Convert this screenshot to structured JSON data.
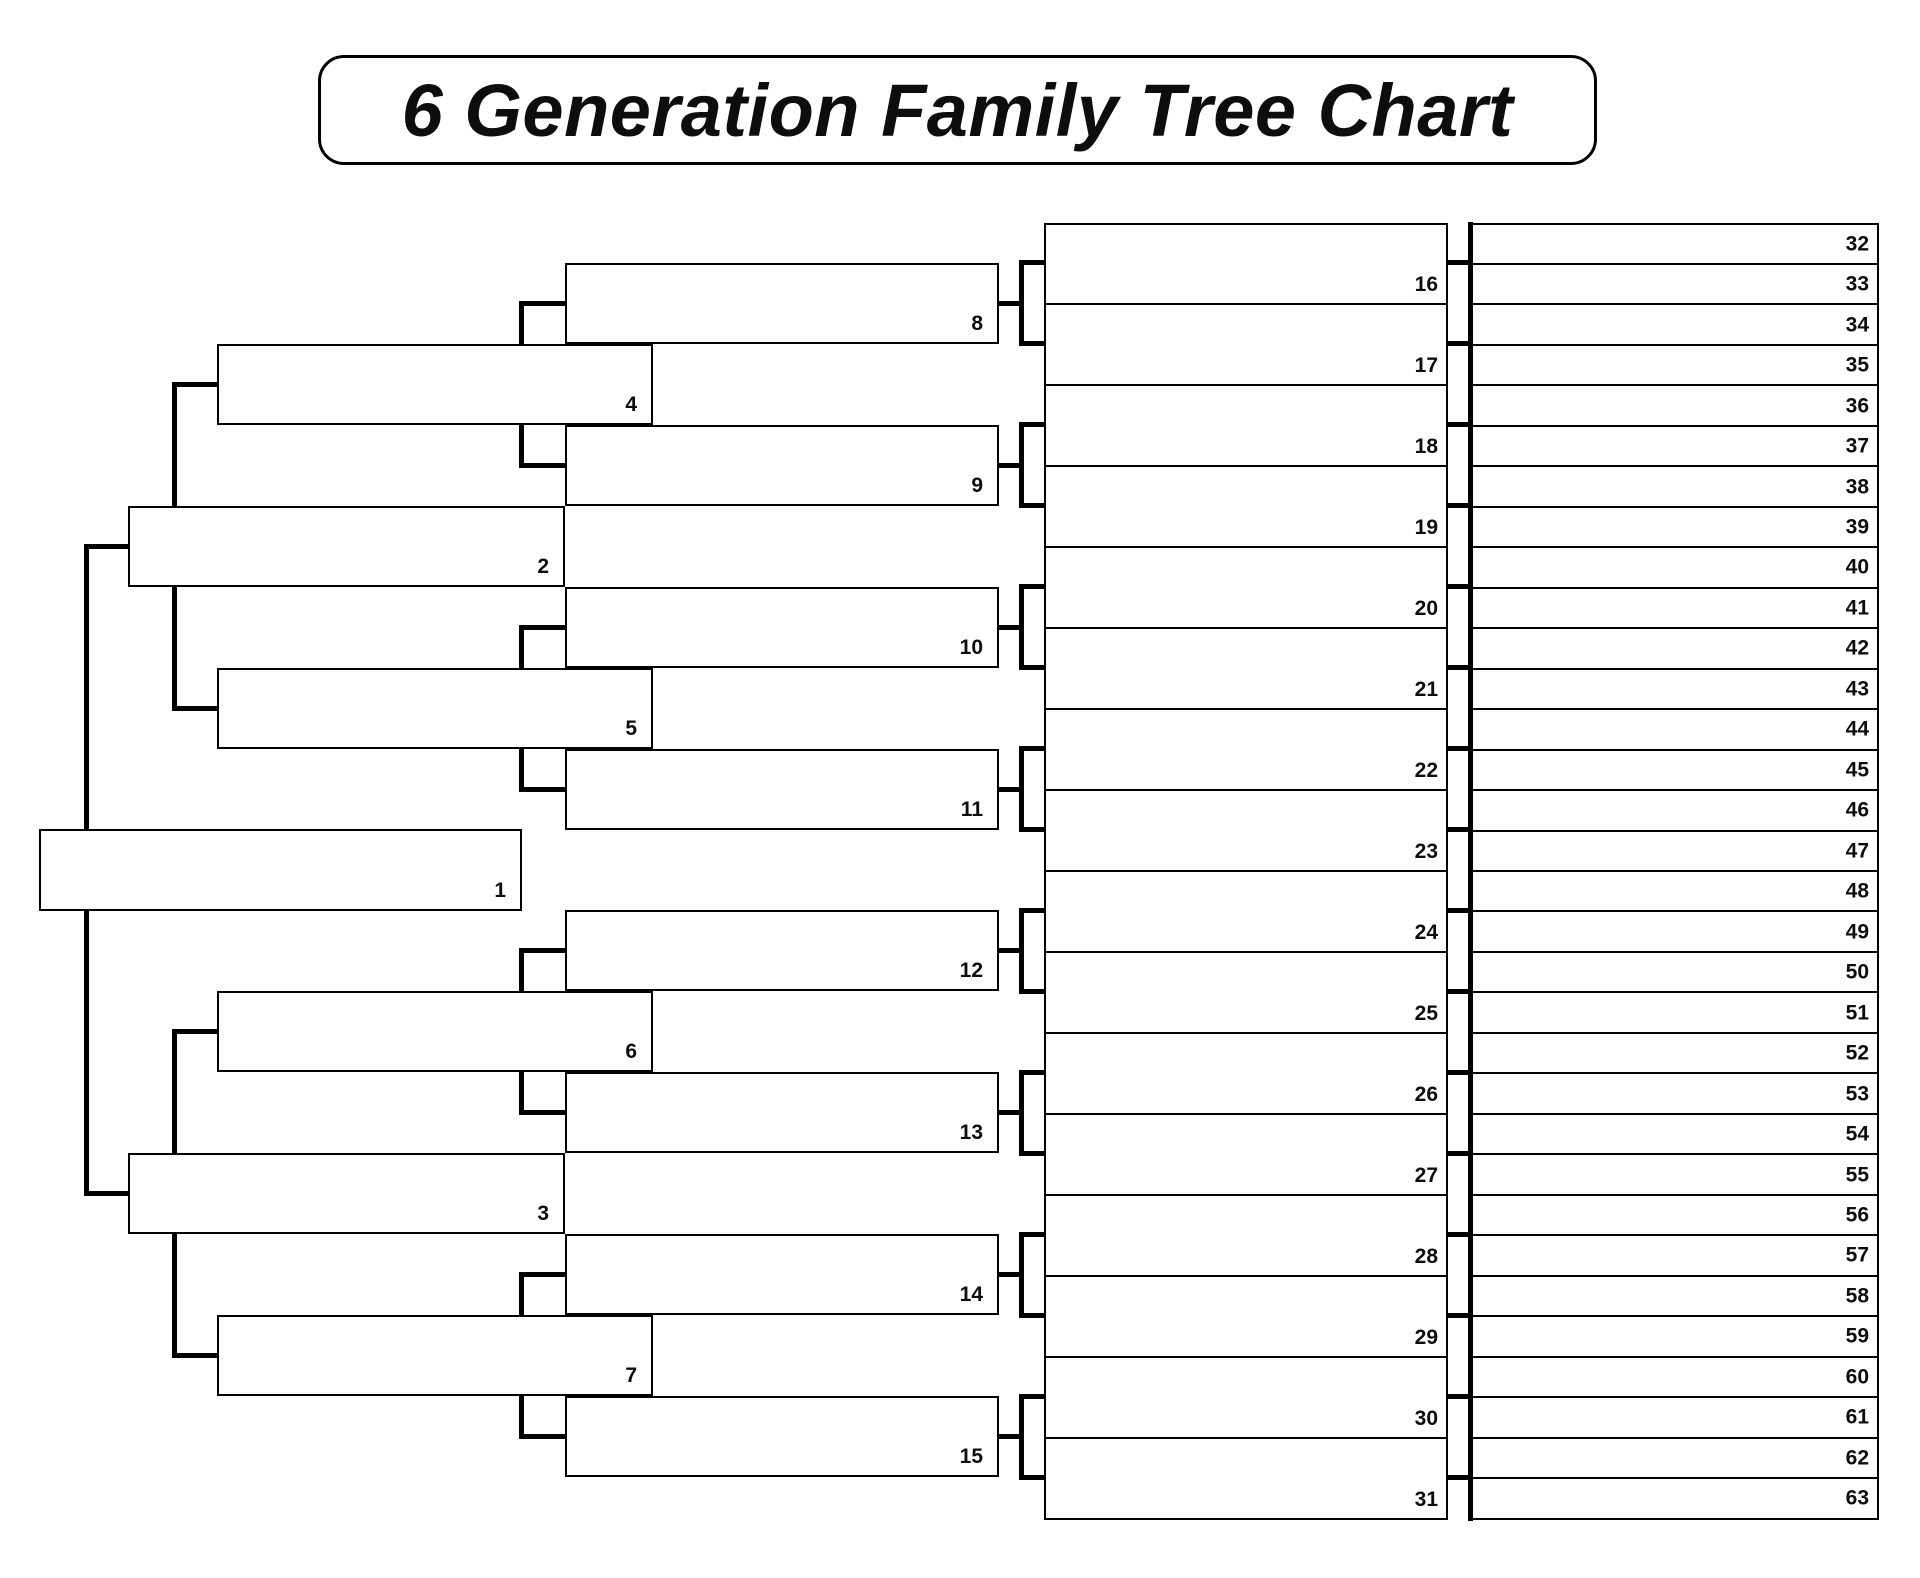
{
  "title": "6 Generation Family Tree Chart",
  "generations": [
    {
      "name": "generation-1",
      "labels": [
        "1"
      ]
    },
    {
      "name": "generation-2",
      "labels": [
        "2",
        "3"
      ]
    },
    {
      "name": "generation-3",
      "labels": [
        "4",
        "5",
        "6",
        "7"
      ]
    },
    {
      "name": "generation-4",
      "labels": [
        "8",
        "9",
        "10",
        "11",
        "12",
        "13",
        "14",
        "15"
      ]
    },
    {
      "name": "generation-5",
      "labels": [
        "16",
        "17",
        "18",
        "19",
        "20",
        "21",
        "22",
        "23",
        "24",
        "25",
        "26",
        "27",
        "28",
        "29",
        "30",
        "31"
      ]
    },
    {
      "name": "generation-6",
      "labels": [
        "32",
        "33",
        "34",
        "35",
        "36",
        "37",
        "38",
        "39",
        "40",
        "41",
        "42",
        "43",
        "44",
        "45",
        "46",
        "47",
        "48",
        "49",
        "50",
        "51",
        "52",
        "53",
        "54",
        "55",
        "56",
        "57",
        "58",
        "59",
        "60",
        "61",
        "62",
        "63"
      ]
    }
  ],
  "colors": {
    "background": "#ffffff",
    "line": "#000000",
    "text": "#0d0d0d"
  }
}
